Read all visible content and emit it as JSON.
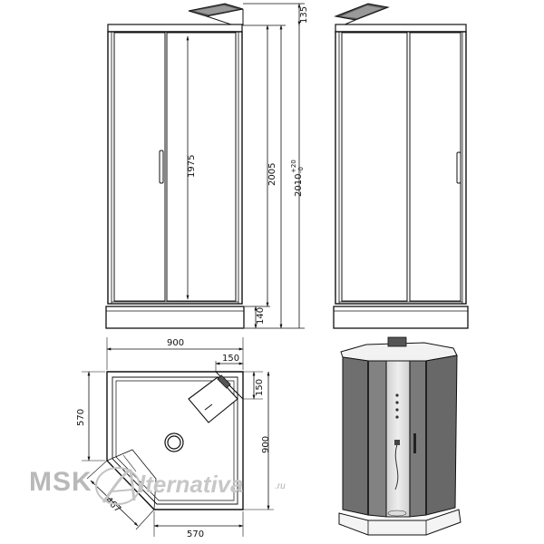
{
  "dimensions": {
    "roof_height": "135",
    "door_height": "1975",
    "body_height": "2005",
    "total_height_base": "2010",
    "total_height_tol_upper": "+20",
    "total_height_tol_lower": "-0",
    "tray_height": "140",
    "plan_width": "900",
    "plan_depth": "900",
    "corner_offset_x": "150",
    "corner_offset_y": "150",
    "side_left": "570",
    "side_bottom": "570",
    "diagonal_front": "467"
  },
  "watermark": {
    "brand": "MSK",
    "logo_letter": "A",
    "text": "lternativa",
    "domain": ".ru",
    "color": "#b9b9b9"
  },
  "colors": {
    "line": "#111111",
    "glass_dark": "#6f6f6f",
    "glass_light": "#d8d8d8",
    "frame": "#2a2a2a"
  }
}
